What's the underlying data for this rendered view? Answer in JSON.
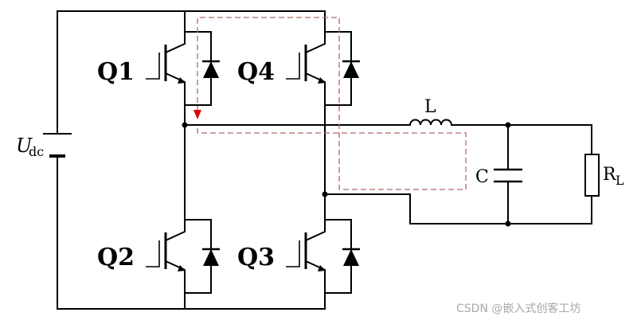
{
  "switches": {
    "q1": "Q1",
    "q2": "Q2",
    "q3": "Q3",
    "q4": "Q4"
  },
  "source": {
    "main": "U",
    "sub": "dc"
  },
  "filter": {
    "inductor": "L",
    "capacitor": "C",
    "load_main": "R",
    "load_sub": "L"
  },
  "watermark": "CSDN @嵌入式创客工坊",
  "colors": {
    "wire": "#000000",
    "current_path": "#b06a6a",
    "arrow": "#e00000"
  }
}
